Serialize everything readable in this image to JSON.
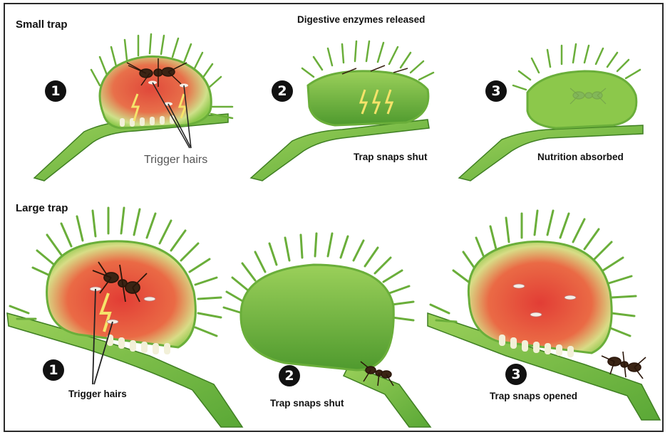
{
  "sections": {
    "small_title": "Small trap",
    "large_title": "Large trap"
  },
  "small_row": {
    "top_caption": "Digestive enzymes released",
    "stage1": {
      "number": "1",
      "label": "Trigger hairs"
    },
    "stage2": {
      "number": "2",
      "caption": "Trap snaps shut"
    },
    "stage3": {
      "number": "3",
      "caption": "Nutrition absorbed"
    }
  },
  "large_row": {
    "stage1": {
      "number": "1",
      "label": "Trigger hairs"
    },
    "stage2": {
      "number": "2",
      "caption": "Trap snaps shut"
    },
    "stage3": {
      "number": "3",
      "caption": "Trap snaps opened"
    }
  },
  "colors": {
    "leaf_green": "#8cc84b",
    "leaf_dark": "#4f9a2e",
    "trap_red": "#e0483a",
    "trap_orange": "#f2a24a",
    "ant": "#3a2414",
    "lightning": "#f6e36a"
  }
}
